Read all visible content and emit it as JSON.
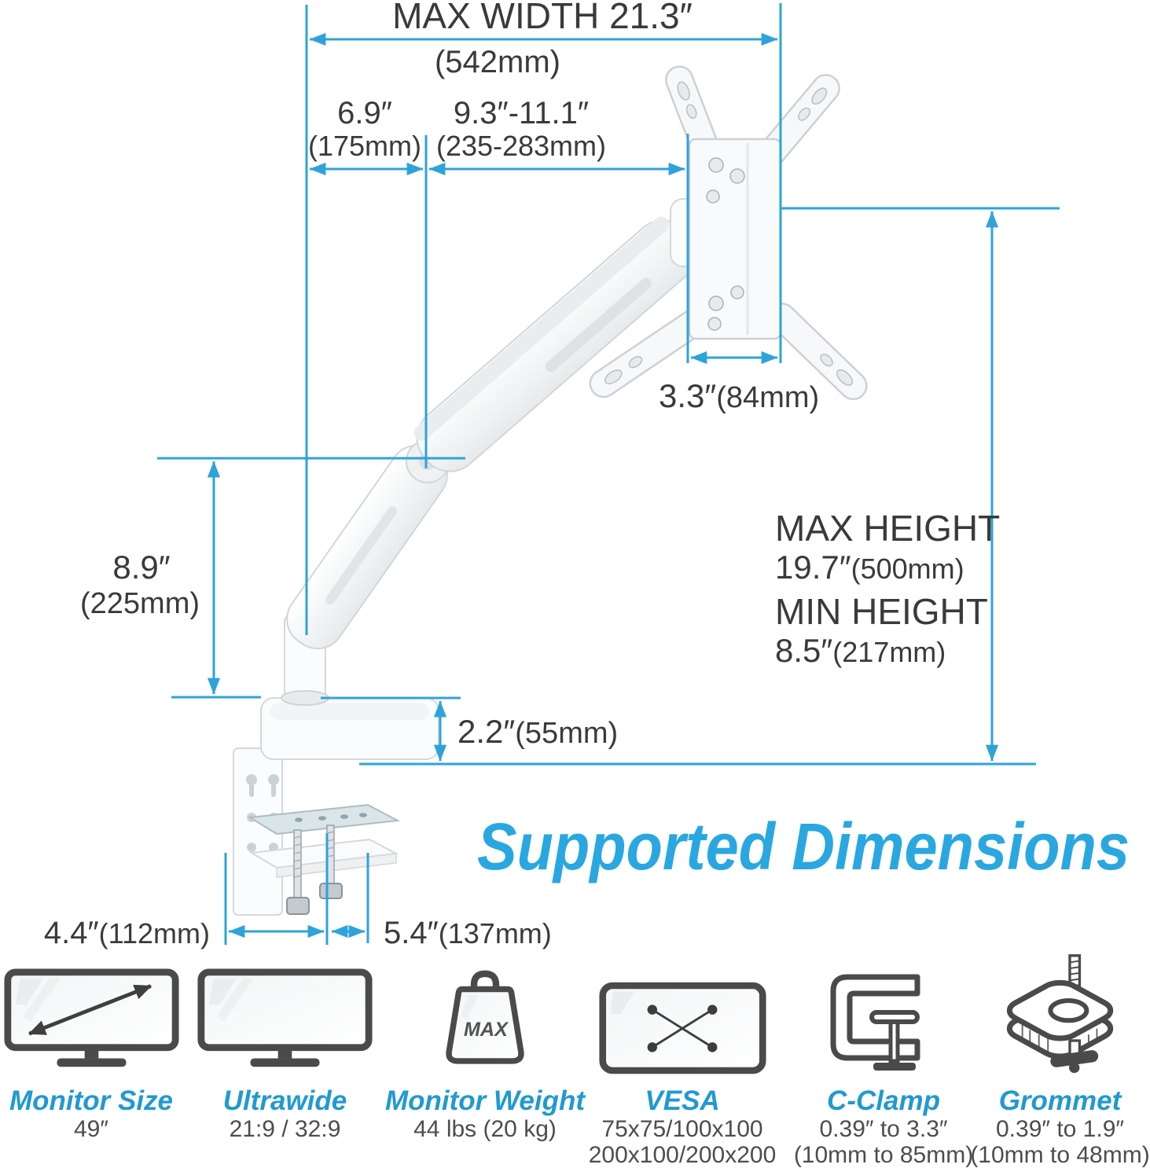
{
  "colors": {
    "dimension_line": "#2ea3da",
    "section_title_blue": "#29a7e1",
    "spec_label_blue": "#2199d1",
    "text_dark": "#3a3a3a",
    "icon_stroke": "#4a4a4a"
  },
  "diagram": {
    "title_max_width": "MAX WIDTH 21.3″",
    "title_max_width_sub": "(542mm)",
    "dim_arm1": "6.9″",
    "dim_arm1_sub": "(175mm)",
    "dim_arm2": "9.3″-11.1″",
    "dim_arm2_sub": "(235-283mm)",
    "dim_vesa_depth": "3.3″",
    "dim_vesa_depth_sub": "(84mm)",
    "dim_riser": "8.9″",
    "dim_riser_sub": "(225mm)",
    "max_height_label": "MAX HEIGHT",
    "max_height_value": "19.7″",
    "max_height_sub": "(500mm)",
    "min_height_label": "MIN HEIGHT",
    "min_height_value": "8.5″",
    "min_height_sub": "(217mm)",
    "dim_base_height": "2.2″",
    "dim_base_height_sub": "(55mm)",
    "dim_clamp_depth": "4.4″",
    "dim_clamp_depth_sub": "(112mm)",
    "dim_clamp_width": "5.4″",
    "dim_clamp_width_sub": "(137mm)",
    "section_title": "Supported Dimensions"
  },
  "specs": [
    {
      "label": "Monitor Size",
      "line1": "49″"
    },
    {
      "label": "Ultrawide",
      "line1": "21:9 / 32:9"
    },
    {
      "label": "Monitor Weight",
      "line1": "44 lbs (20 kg)",
      "icon_text": "MAX"
    },
    {
      "label": "VESA",
      "line1": "75x75/100x100",
      "line2": "200x100/200x200"
    },
    {
      "label": "C-Clamp",
      "line1": "0.39″ to 3.3″",
      "line2": "(10mm to 85mm)"
    },
    {
      "label": "Grommet",
      "line1": "0.39″ to 1.9″",
      "line2": "(10mm to 48mm)"
    }
  ]
}
